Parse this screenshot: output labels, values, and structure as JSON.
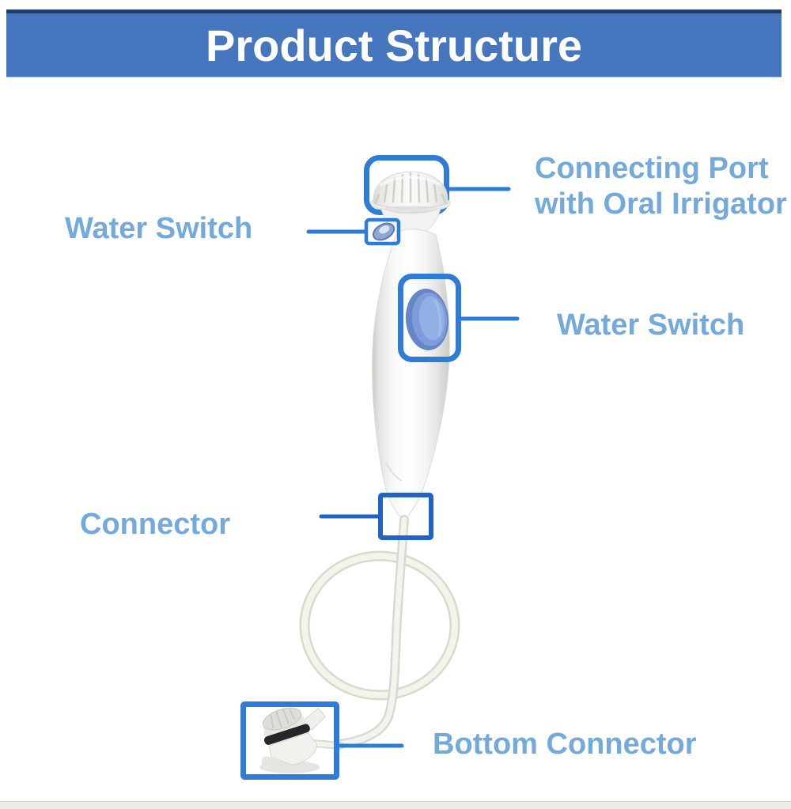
{
  "header": {
    "title": "Product Structure"
  },
  "labels": {
    "connecting_port": {
      "line1": "Connecting Port",
      "line2": "with Oral Irrigator"
    },
    "water_switch_top": "Water Switch",
    "water_switch_side": "Water Switch",
    "connector": "Connector",
    "bottom_connector": "Bottom Connector"
  },
  "colors": {
    "header_bg": "#4677BE",
    "header_edge": "#203C68",
    "header_text": "#FFFFFF",
    "label_text": "#74A9DB",
    "callout_blue": "#2E7BD8",
    "callout_blue_dark": "#2264C6",
    "page_bg": "#FFFFFF",
    "footer_strip": "#ECECE9"
  }
}
